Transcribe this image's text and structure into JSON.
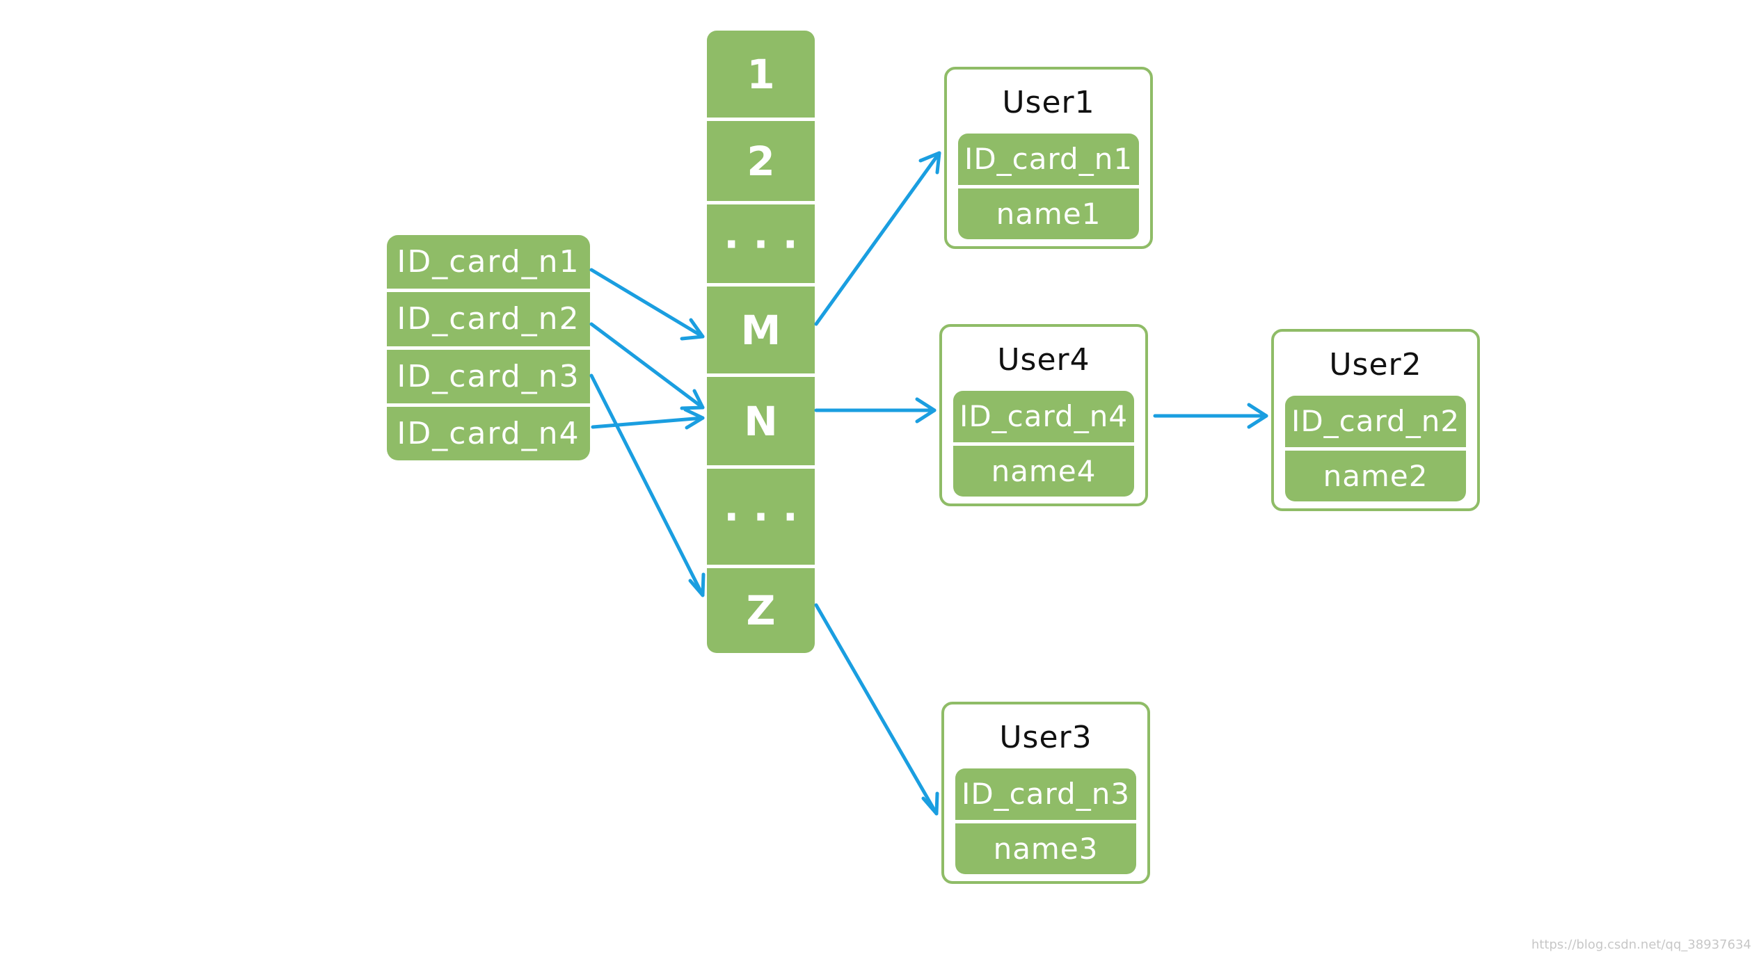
{
  "keys": [
    "ID_card_n1",
    "ID_card_n2",
    "ID_card_n3",
    "ID_card_n4"
  ],
  "buckets": [
    "1",
    "2",
    "· · ·",
    "M",
    "N",
    "· · ·",
    "Z"
  ],
  "users": {
    "user1": {
      "title": "User1",
      "id": "ID_card_n1",
      "name": "name1"
    },
    "user4": {
      "title": "User4",
      "id": "ID_card_n4",
      "name": "name4"
    },
    "user2": {
      "title": "User2",
      "id": "ID_card_n2",
      "name": "name2"
    },
    "user3": {
      "title": "User3",
      "id": "ID_card_n3",
      "name": "name3"
    }
  },
  "colors": {
    "node_fill": "#8fbc67",
    "arrow": "#1a9ee0"
  },
  "watermark": "https://blog.csdn.net/qq_38937634"
}
